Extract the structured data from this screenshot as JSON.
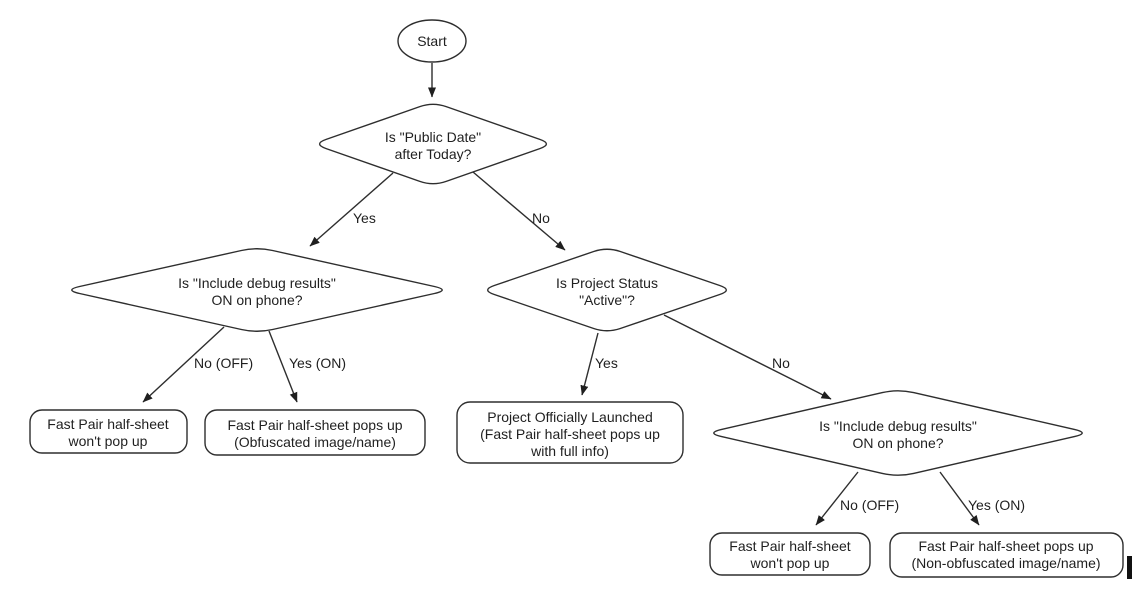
{
  "flowchart": {
    "start": {
      "label": "Start"
    },
    "decisions": {
      "public_date": {
        "line1": "Is \"Public Date\"",
        "line2": "after Today?"
      },
      "debug_left": {
        "line1": "Is \"Include debug results\"",
        "line2": "ON on phone?"
      },
      "project_status": {
        "line1": "Is Project Status",
        "line2": "\"Active\"?"
      },
      "debug_right": {
        "line1": "Is \"Include debug results\"",
        "line2": "ON on phone?"
      }
    },
    "outcomes": {
      "left_no_popup": {
        "line1": "Fast Pair half-sheet",
        "line2": "won't pop up"
      },
      "left_obfuscated": {
        "line1": "Fast Pair half-sheet pops up",
        "line2": "(Obfuscated image/name)"
      },
      "launched": {
        "line1": "Project Officially Launched",
        "line2": "(Fast Pair half-sheet pops up",
        "line3": "with full info)"
      },
      "right_no_popup": {
        "line1": "Fast Pair half-sheet",
        "line2": "won't pop up"
      },
      "right_non_obfuscated": {
        "line1": "Fast Pair half-sheet pops up",
        "line2": "(Non-obfuscated image/name)"
      }
    },
    "edge_labels": {
      "public_date_yes": "Yes",
      "public_date_no": "No",
      "debug_left_no": "No (OFF)",
      "debug_left_yes": "Yes (ON)",
      "status_yes": "Yes",
      "status_no": "No",
      "debug_right_no": "No (OFF)",
      "debug_right_yes": "Yes (ON)"
    },
    "colors": {
      "stroke": "#2e2e2e",
      "text": "#1f1f1f",
      "node_fill": "#ffffff",
      "background": "#ffffff"
    }
  }
}
